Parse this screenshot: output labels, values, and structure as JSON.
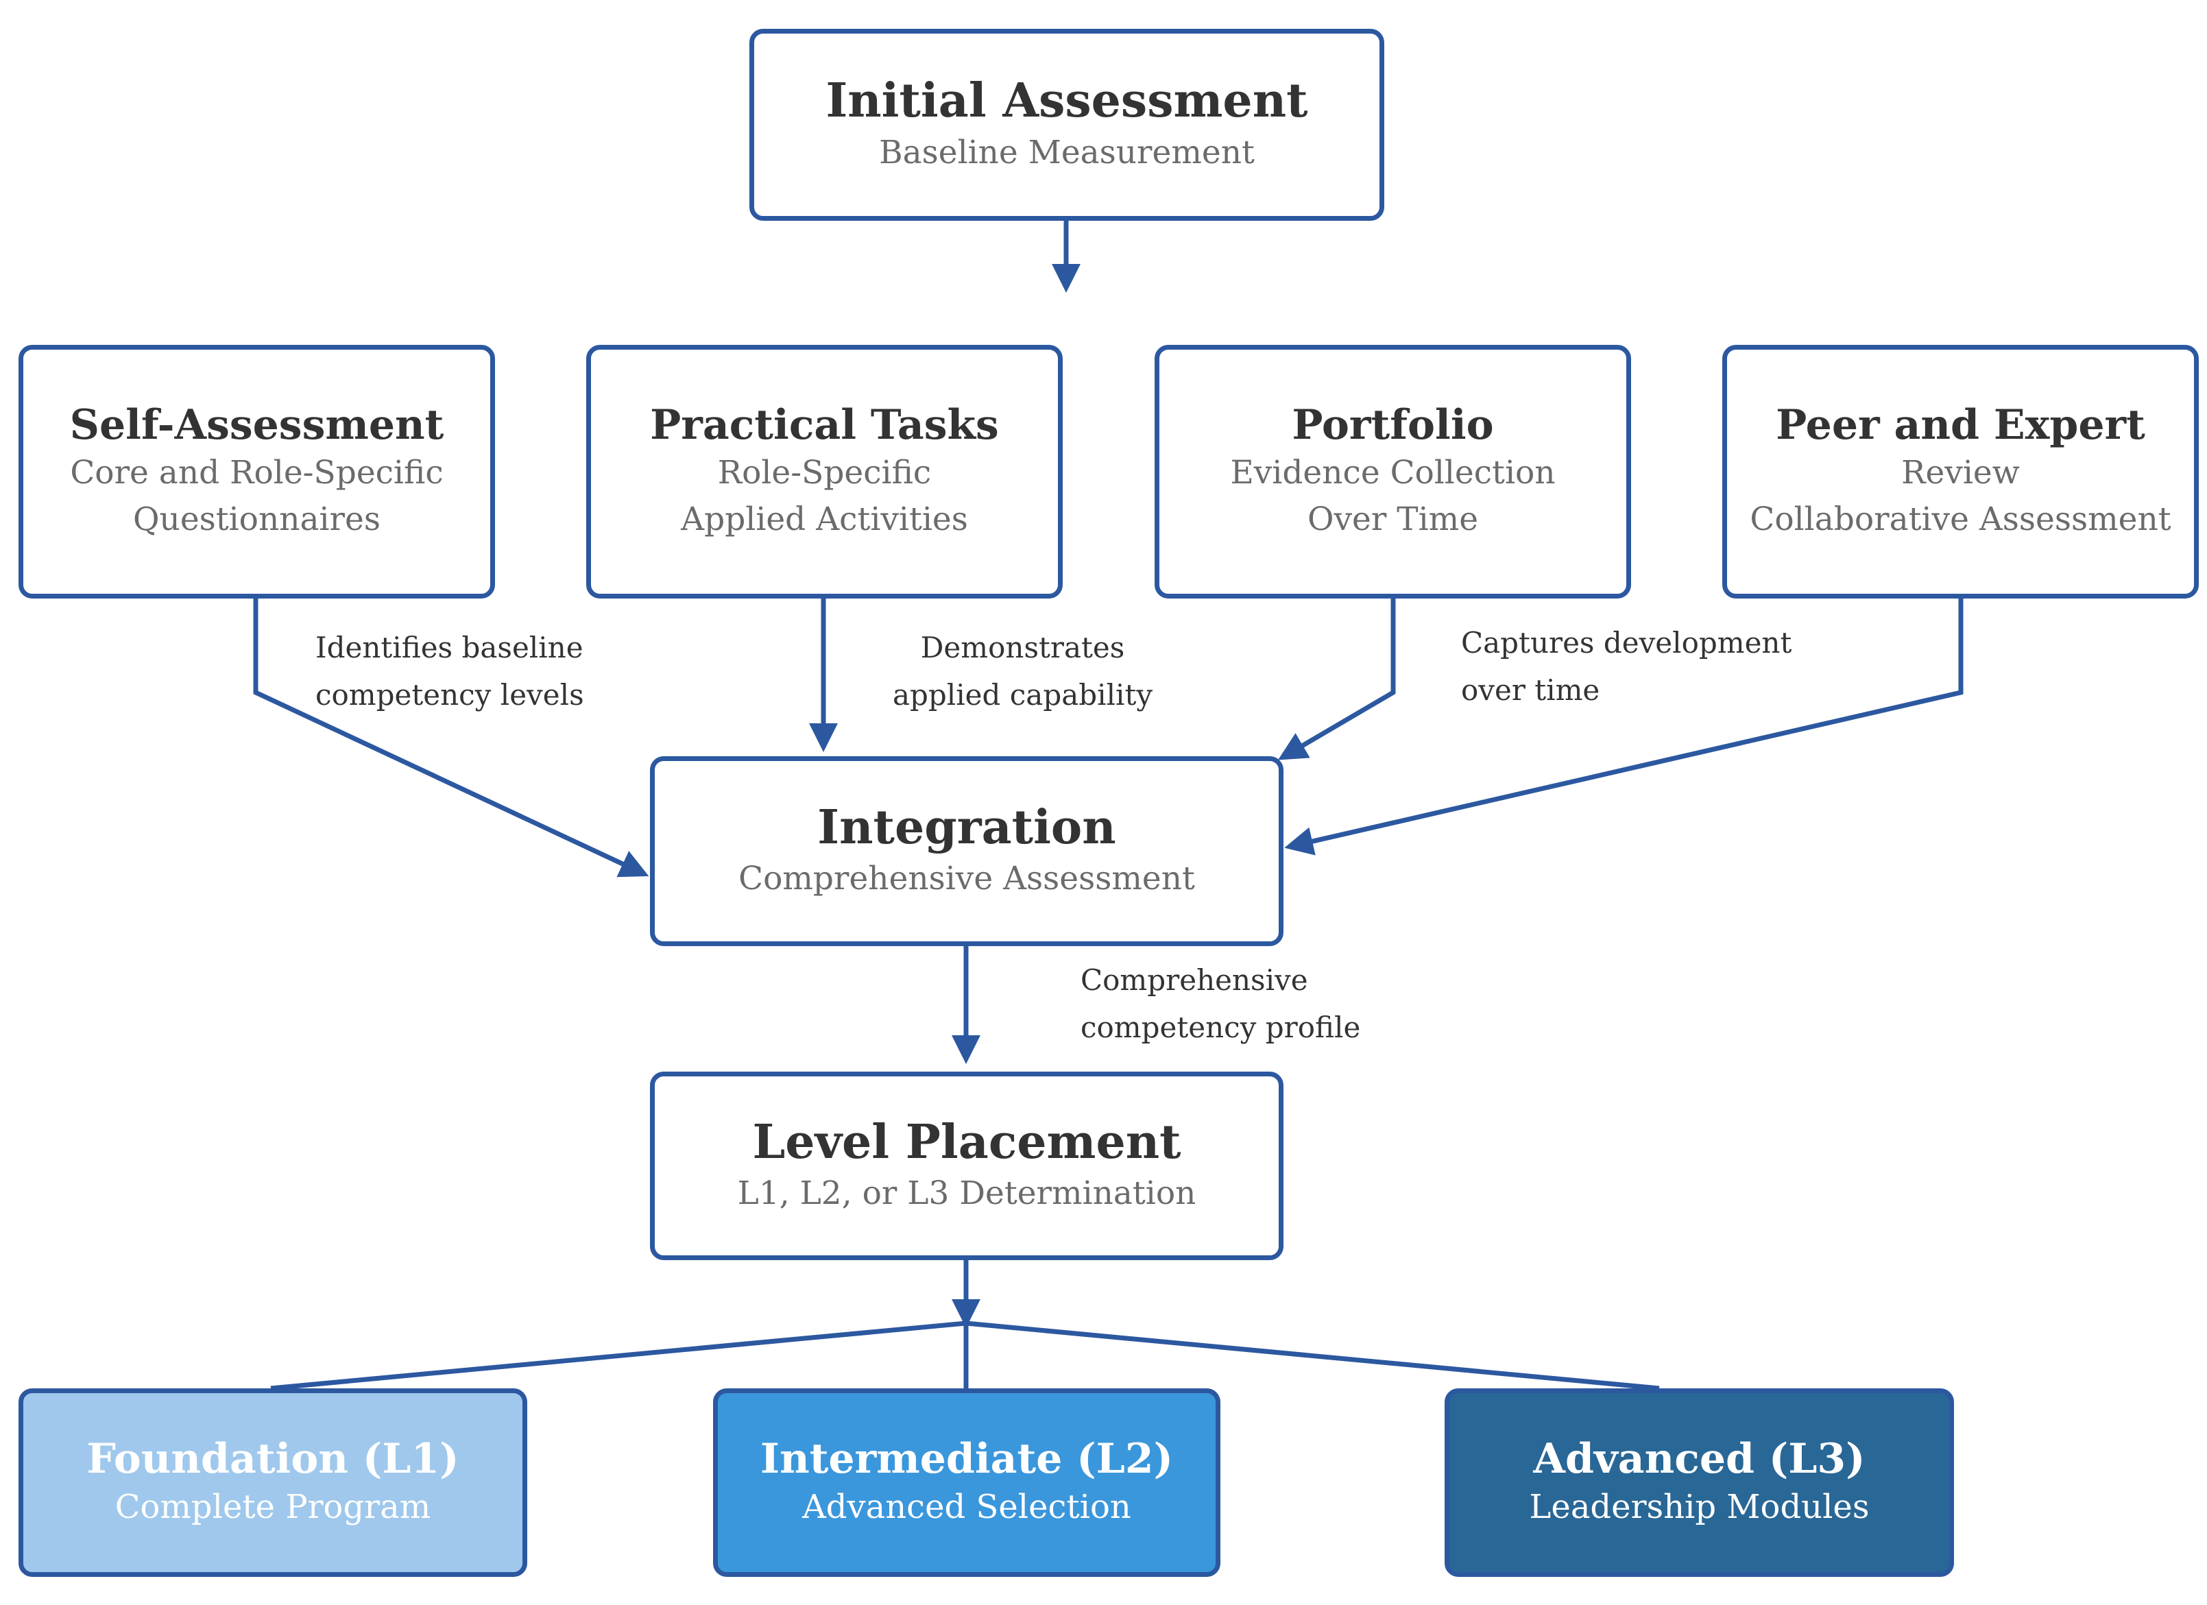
{
  "nodes": {
    "initial": {
      "title": "Initial Assessment",
      "subtitle": "Baseline Measurement"
    },
    "self": {
      "title": "Self-Assessment",
      "subtitle": "Core and Role-Specific\nQuestionnaires"
    },
    "practical": {
      "title": "Practical Tasks",
      "subtitle": "Role-Specific\nApplied Activities"
    },
    "portfolio": {
      "title": "Portfolio",
      "subtitle": "Evidence Collection\nOver Time"
    },
    "peer": {
      "title": "Peer and Expert",
      "subtitle": "Review\nCollaborative Assessment"
    },
    "integration": {
      "title": "Integration",
      "subtitle": "Comprehensive Assessment"
    },
    "placement": {
      "title": "Level Placement",
      "subtitle": "L1, L2, or L3 Determination"
    },
    "l1": {
      "title": "Foundation (L1)",
      "subtitle": "Complete Program"
    },
    "l2": {
      "title": "Intermediate (L2)",
      "subtitle": "Advanced Selection"
    },
    "l3": {
      "title": "Advanced (L3)",
      "subtitle": "Leadership Modules"
    }
  },
  "edge_labels": {
    "self": "Identifies baseline\ncompetency levels",
    "practical": "Demonstrates\napplied capability",
    "portfolio": "Captures development\nover time",
    "integration": "Comprehensive\ncompetency profile"
  },
  "colors": {
    "edge": "#2c58a0",
    "border": "#2c58a0",
    "l1_fill": "#9fc8ec",
    "l2_fill": "#3b97dc",
    "l3_fill": "#296796"
  }
}
